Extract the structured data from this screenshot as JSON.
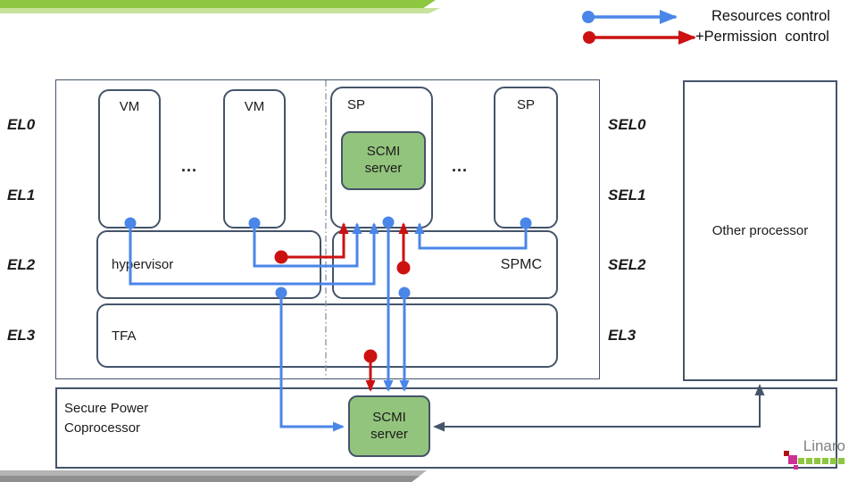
{
  "legend": {
    "resources_label": "Resources control",
    "permission_label": "+Permission  control"
  },
  "privilege_levels": {
    "left": [
      "EL0",
      "EL1",
      "EL2",
      "EL3"
    ],
    "right": [
      "SEL0",
      "SEL1",
      "SEL2",
      "EL3"
    ]
  },
  "diagram": {
    "vm1": "VM",
    "vm2": "VM",
    "sp1": "SP",
    "sp2": "SP",
    "ellipsis": "...",
    "scmi_server_top": "SCMI server",
    "scmi_server_bottom": "SCMI server",
    "hypervisor": "hypervisor",
    "spmc": "SPMC",
    "tfa": "TFA",
    "other_processor": "Other processor",
    "coprocessor": "Secure Power Coprocessor"
  },
  "logo": {
    "name": "Linaro"
  },
  "colors": {
    "resources_arrow": "#4a86e8",
    "permission_arrow": "#cc1111",
    "box_border": "#44546a",
    "scmi_fill": "#93c47d",
    "header_green_dark": "#8dc63f",
    "header_green_light": "#c9e29b",
    "footer_gray": "#9d9d9d"
  }
}
